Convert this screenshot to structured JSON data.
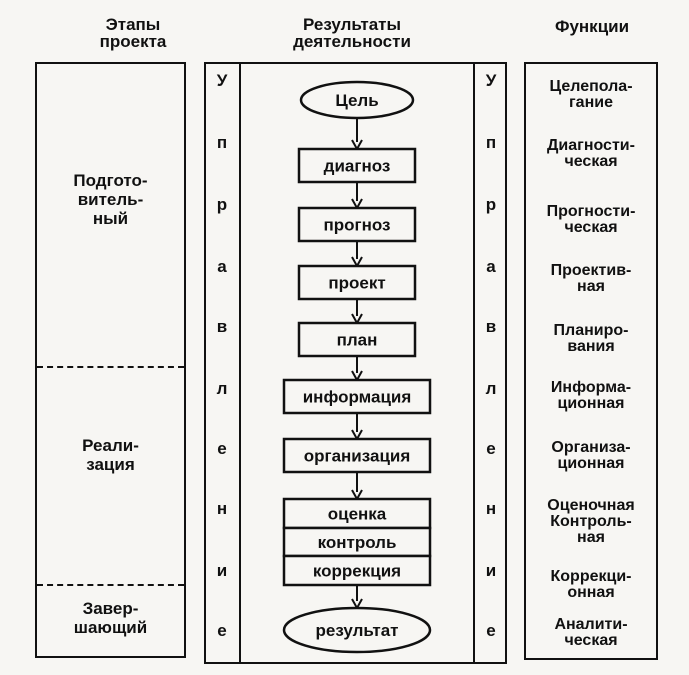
{
  "headers": {
    "stages": [
      "Этапы",
      "проекта"
    ],
    "results": [
      "Результаты",
      "деятельности"
    ],
    "functions": [
      "Функции"
    ]
  },
  "stages": [
    {
      "lines": [
        "Подгото-",
        "витель-",
        "ный"
      ]
    },
    {
      "lines": [
        "Реали-",
        "зация"
      ]
    },
    {
      "lines": [
        "Завер-",
        "шающий"
      ]
    }
  ],
  "management_letters": [
    "У",
    "п",
    "р",
    "а",
    "в",
    "л",
    "е",
    "н",
    "и",
    "е"
  ],
  "flow_nodes": [
    {
      "label": "Цель",
      "shape": "ellipse"
    },
    {
      "label": "диагноз",
      "shape": "rect"
    },
    {
      "label": "прогноз",
      "shape": "rect"
    },
    {
      "label": "проект",
      "shape": "rect"
    },
    {
      "label": "план",
      "shape": "rect"
    },
    {
      "label": "информация",
      "shape": "rect"
    },
    {
      "label": "организация",
      "shape": "rect"
    },
    {
      "label": "оценка",
      "shape": "stack"
    },
    {
      "label": "контроль",
      "shape": "stack"
    },
    {
      "label": "коррекция",
      "shape": "stack"
    },
    {
      "label": "результат",
      "shape": "ellipse"
    }
  ],
  "functions": [
    {
      "lines": [
        "Целепола-",
        "гание"
      ]
    },
    {
      "lines": [
        "Диагности-",
        "ческая"
      ]
    },
    {
      "lines": [
        "Прогности-",
        "ческая"
      ]
    },
    {
      "lines": [
        "Проектив-",
        "ная"
      ]
    },
    {
      "lines": [
        "Планиро-",
        "вания"
      ]
    },
    {
      "lines": [
        "Информа-",
        "ционная"
      ]
    },
    {
      "lines": [
        "Организа-",
        "ционная"
      ]
    },
    {
      "lines": [
        "Оценочная",
        "Контроль-",
        "ная"
      ]
    },
    {
      "lines": [
        "Коррекци-",
        "онная"
      ]
    },
    {
      "lines": [
        "Аналити-",
        "ческая"
      ]
    }
  ]
}
